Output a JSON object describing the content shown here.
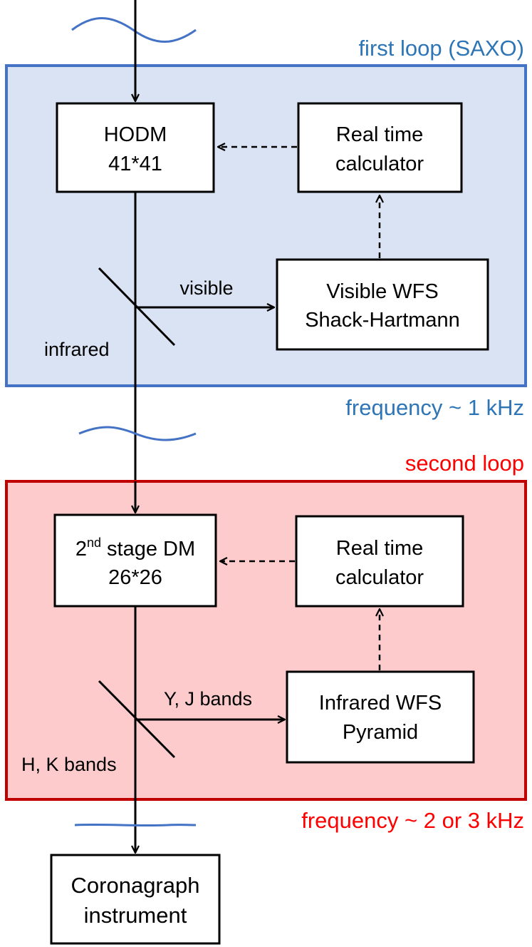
{
  "colors": {
    "loop1_fill": "#dae3f3",
    "loop1_border": "#4472c4",
    "loop1_text": "#2e75b6",
    "loop2_fill": "#fdcbcc",
    "loop2_border": "#c00000",
    "loop2_text": "#ff0000",
    "wave": "#4472c4",
    "ink": "#000000"
  },
  "loop1": {
    "title": "first loop (SAXO)",
    "frequency": "frequency ~ 1 kHz",
    "dm": {
      "line1": "HODM",
      "line2": "41*41"
    },
    "rtc": {
      "line1": "Real time",
      "line2": "calculator"
    },
    "wfs": {
      "line1": "Visible WFS",
      "line2": "Shack-Hartmann"
    },
    "split_label": "visible",
    "pass_label": "infrared"
  },
  "loop2": {
    "title": "second loop",
    "frequency": "frequency ~ 2 or 3 kHz",
    "dm": {
      "prefix": "2",
      "sup": "nd",
      "suffix": " stage DM",
      "line2": "26*26"
    },
    "rtc": {
      "line1": "Real time",
      "line2": "calculator"
    },
    "wfs": {
      "line1": "Infrared WFS",
      "line2": "Pyramid"
    },
    "split_label": "Y, J bands",
    "pass_label": "H, K bands"
  },
  "output": {
    "line1": "Coronagraph",
    "line2": "instrument"
  }
}
